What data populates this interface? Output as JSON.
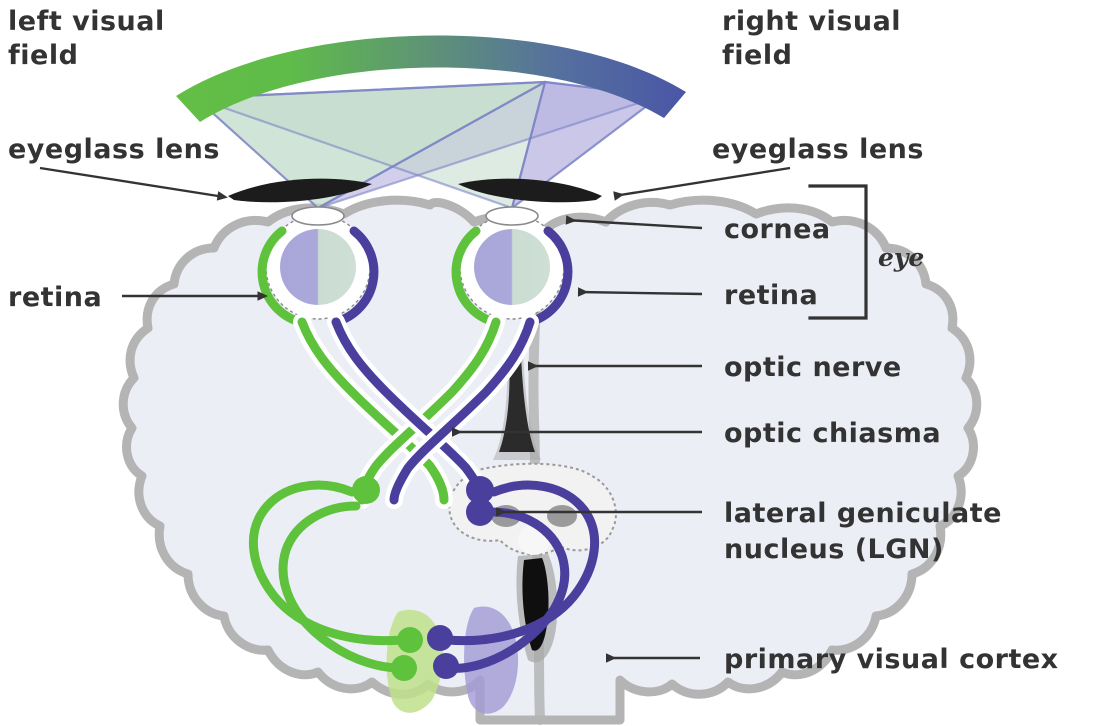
{
  "title": "Human Visual Pathway Diagram",
  "background_color": "#ffffff",
  "text_color": "#333333",
  "labels": {
    "left_visual_field": "left visual\nfield",
    "left_visual_field_line1": "left visual",
    "left_visual_field_line2": "field",
    "right_visual_field_line1": "right visual",
    "right_visual_field_line2": "field",
    "eyeglass_lens_left": "eyeglass lens",
    "eyeglass_lens_right": "eyeglass lens",
    "retina_left": "retina",
    "cornea": "cornea",
    "retina_right": "retina",
    "eye_bracket": "eye",
    "optic_nerve": "optic nerve",
    "optic_chiasma": "optic chiasma",
    "lgn_line1": "lateral geniculate",
    "lgn_line2": "nucleus (LGN)",
    "primary_visual_cortex": "primary visual cortex"
  },
  "colors": {
    "visual_field_green": "#5DBB46",
    "visual_field_blue": "#4A5BA8",
    "pathway_green": "#5FC23C",
    "pathway_purple": "#4B3F9E",
    "brain_fill": "#ECEEF6",
    "brain_stroke": "#B4B4B4",
    "eyeglass_lens": "#1A1A1A",
    "cone_green": "#BFD9C9",
    "cone_purple": "#B5B2E0",
    "eye_inner_left": "#A8A8D8",
    "eye_inner_right": "#C9DDD2",
    "cortex_green": "#BEE08A",
    "cortex_purple": "#A39AD6",
    "label_text": "#333333"
  },
  "structures": {
    "visual_field_arc": "gradient arc spanning left (green) to right (blue)",
    "eyes": 2,
    "eyeglass_lenses": 2,
    "lgn_nodes": 2,
    "cortex_dots_per_side": 2,
    "chiasma": "X crossing of optic nerves at midline"
  },
  "legend_semantics": {
    "green_pathway": "left visual field / nasal-temporal fibers routed to right hemisphere",
    "purple_pathway": "right visual field fibers routed to left hemisphere"
  }
}
